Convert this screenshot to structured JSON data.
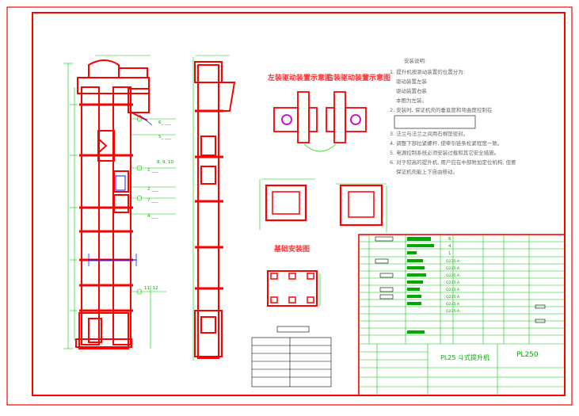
{
  "colors": {
    "frame": "#ff0000",
    "dim": "#00cc00",
    "note": "#666666",
    "blueprint": "#1a1aff"
  },
  "views": {
    "left_drive_title": "左装驱动装置示意图",
    "right_drive_title": "右装驱动装置示意图",
    "base_title": "基础安装图"
  },
  "notes": {
    "heading": "安装说明:",
    "lines": [
      "1. 提升机按驱动装置的位置分为:",
      "驱动装置左装",
      "驱动装置右装",
      "本图为左装。",
      "2. 安装时, 保证机壳的垂直度和弯曲度控制在",
      "",
      "3. 法兰与法兰之间用石棉垫密封。",
      "4. 调整下部拉紧螺杆, 使牵引链条松紧程度一致。",
      "5. 电源控制系统必须安装过载和其它安全措施。",
      "6. 对于较高的提升机, 用户应在中部附加定位机构, 但要",
      "保证机壳能上下自由移动。"
    ]
  },
  "title_block": {
    "drawing_name": "PL25 斗式提升机",
    "drawing_code": "PL250"
  },
  "parts_list": {
    "qty": [
      "6",
      "4",
      "1"
    ],
    "materials": [
      "Q235-A",
      "Q235-A",
      "Q235-A",
      "Q235-A",
      "Q235-A",
      "Q235-A",
      "Q235-A",
      "Q235-A"
    ]
  },
  "callouts": {
    "c_a": "8, 9, 10",
    "c_b": "11, 12"
  }
}
